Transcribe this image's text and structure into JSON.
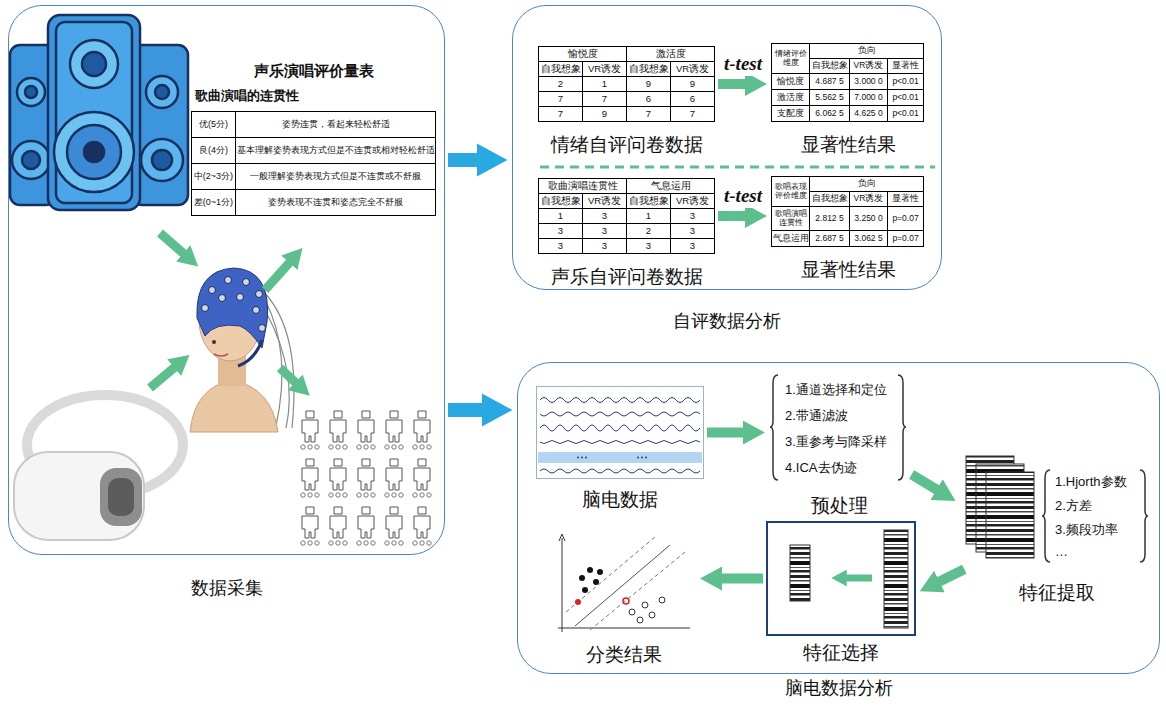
{
  "diagram": {
    "nodes": [
      {
        "text": [
          "数据采集"
        ]
      },
      {
        "text": [
          "声乐演唱评价量表",
          "歌曲演唱的连贯性",
          "优(5分)",
          "姿势连贯，看起来轻松舒适",
          "良(4分)",
          "基本理解姿势表现方式但是不连贯或相对轻松舒适",
          "中(2~3分)",
          "一般理解姿势表现方式但是不连贯或不舒服",
          "差(0~1分)",
          "姿势表现不连贯和姿态完全不舒服"
        ],
        "in": 0
      },
      {
        "text": [
          "自评数据分析"
        ]
      },
      {
        "text": [
          "愉悦度",
          "激活度",
          "自我想象",
          "VR诱发",
          "自我想象",
          "VR诱发",
          "2",
          "1",
          "9",
          "9",
          "7",
          "7",
          "6",
          "6",
          "7",
          "9",
          "7",
          "7",
          "情绪自评问卷数据"
        ],
        "in": 2
      },
      {
        "text": [
          "情绪评价维度",
          "负向",
          "自我想象",
          "VR诱发",
          "显著性",
          "愉悦度",
          "4.687 5",
          "3.000 0",
          "p<0.01",
          "激活度",
          "5.562 5",
          "7.000 0",
          "p<0.01",
          "支配度",
          "6.062 5",
          "4.625 0",
          "p<0.01",
          "显著性结果"
        ],
        "in": 2
      },
      {
        "text": [
          "歌曲演唱连贯性",
          "气息运用",
          "自我想象",
          "VR诱发",
          "自我想象",
          "VR诱发",
          "1",
          "3",
          "1",
          "3",
          "3",
          "3",
          "2",
          "3",
          "3",
          "3",
          "3",
          "3",
          "声乐自评问卷数据"
        ],
        "in": 2
      },
      {
        "text": [
          "歌唱表现评价维度",
          "负向",
          "自我想象",
          "VR诱发",
          "显著性",
          "歌唱演唱连贯性",
          "2.812 5",
          "3.250 0",
          "p=0.07",
          "气息运用",
          "2.687 5",
          "3.062 5",
          "p=0.07",
          "显著性结果"
        ],
        "in": 2
      },
      {
        "text": [
          "脑电数据分析"
        ]
      },
      {
        "text": [
          "脑电数据"
        ],
        "in": 7
      },
      {
        "text": [
          "1.通道选择和定位",
          "2.带通滤波",
          "3.重参考与降采样",
          "4.ICA去伪迹",
          "预处理"
        ],
        "in": 7
      },
      {
        "text": [
          "1.Hjorth参数",
          "2.方差",
          "3.频段功率",
          "…",
          "特征提取"
        ],
        "in": 7
      },
      {
        "text": [
          "特征选择"
        ],
        "in": 7
      },
      {
        "text": [
          "分类结果"
        ],
        "in": 7
      }
    ],
    "edges": [
      {
        "from": 0,
        "to": 2,
        "arrow": "to"
      },
      {
        "from": 0,
        "to": 7,
        "arrow": "to"
      },
      {
        "from": 3,
        "to": 4,
        "label": "t-test",
        "arrow": "to"
      },
      {
        "from": 5,
        "to": 6,
        "label": "t-test",
        "arrow": "to"
      },
      {
        "from": 8,
        "to": 9,
        "arrow": "to"
      },
      {
        "from": 9,
        "to": 10,
        "arrow": "to"
      },
      {
        "from": 10,
        "to": 11,
        "arrow": "to"
      },
      {
        "from": 11,
        "to": 12,
        "arrow": "to"
      }
    ]
  }
}
